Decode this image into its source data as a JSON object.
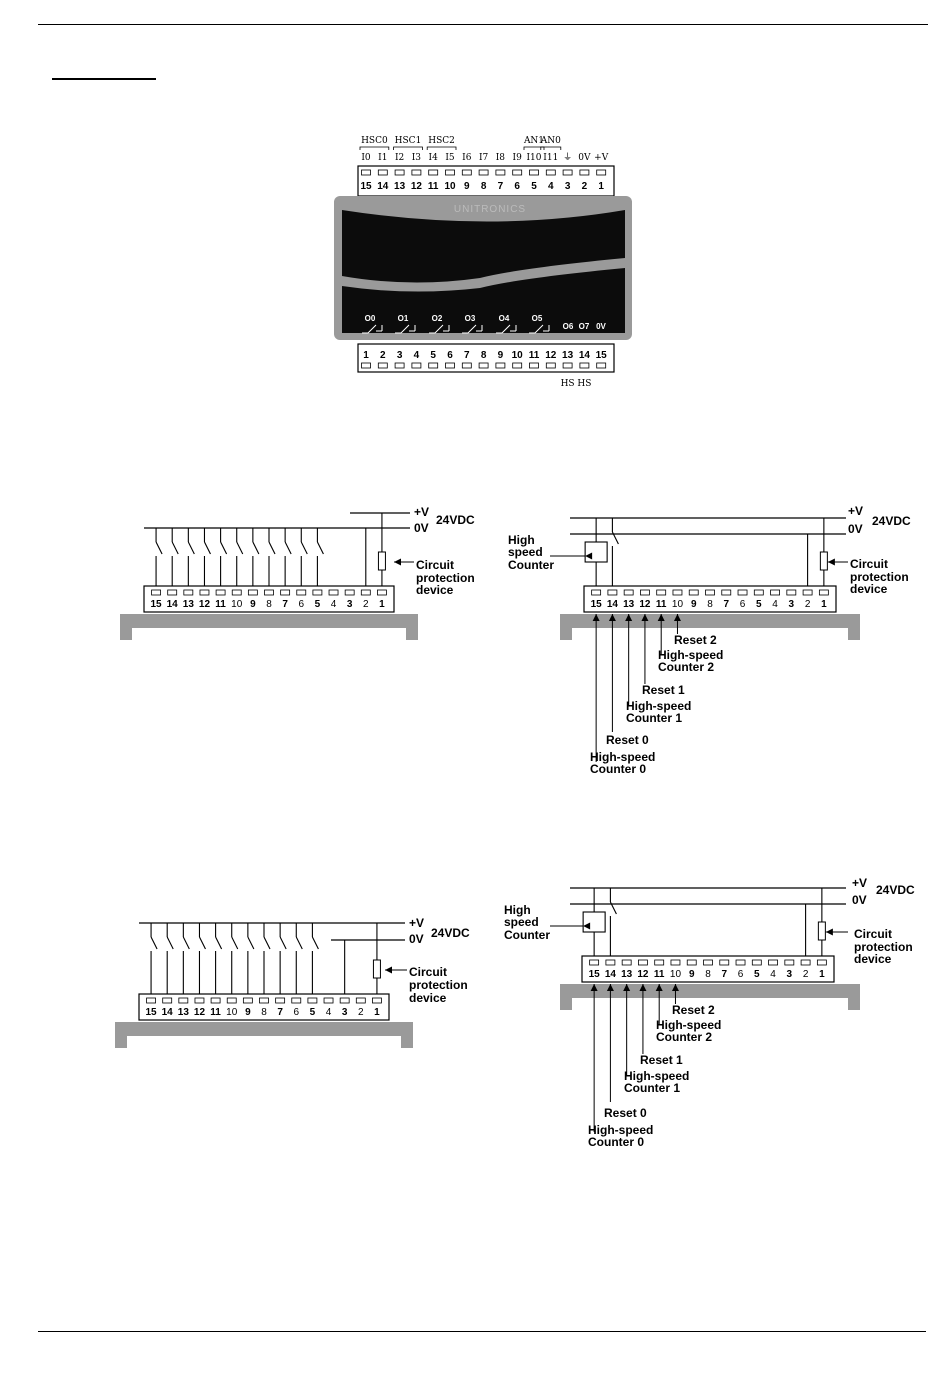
{
  "module": {
    "top_groups": [
      {
        "label": "HSC0"
      },
      {
        "label": "HSC1"
      },
      {
        "label": "HSC2"
      },
      {
        "label": "AN1"
      },
      {
        "label": "AN0"
      }
    ],
    "top_signals": [
      "I0",
      "I1",
      "I2",
      "I3",
      "I4",
      "I5",
      "I6",
      "I7",
      "I8",
      "I9",
      "I10",
      "I11",
      "⏚",
      "0V",
      "+V"
    ],
    "top_terminals": [
      "15",
      "14",
      "13",
      "12",
      "11",
      "10",
      "9",
      "8",
      "7",
      "6",
      "5",
      "4",
      "3",
      "2",
      "1"
    ],
    "brand": "UNITRONICS",
    "outputs": [
      "O0",
      "O1",
      "O2",
      "O3",
      "O4",
      "O5",
      "O6",
      "O7",
      "0V"
    ],
    "bottom_terminals": [
      "1",
      "2",
      "3",
      "4",
      "5",
      "6",
      "7",
      "8",
      "9",
      "10",
      "11",
      "12",
      "13",
      "14",
      "15"
    ],
    "hs_labels": [
      "HS",
      "HS"
    ]
  },
  "wiring": {
    "terminals": [
      "15",
      "14",
      "13",
      "12",
      "11",
      "10",
      "9",
      "8",
      "7",
      "6",
      "5",
      "4",
      "3",
      "2",
      "1"
    ],
    "plus_v": "+V",
    "zero_v": "0V",
    "supply": "24VDC",
    "circuit_protection": [
      "Circuit",
      "protection",
      "device"
    ],
    "hs_counter_device": [
      "High",
      "speed",
      "Counter"
    ],
    "reset2": "Reset 2",
    "hsc2": [
      "High-speed",
      "Counter 2"
    ],
    "reset1": "Reset 1",
    "hsc1": [
      "High-speed",
      "Counter 1"
    ],
    "reset0": "Reset 0",
    "hsc0": [
      "High-speed",
      "Counter 0"
    ]
  }
}
